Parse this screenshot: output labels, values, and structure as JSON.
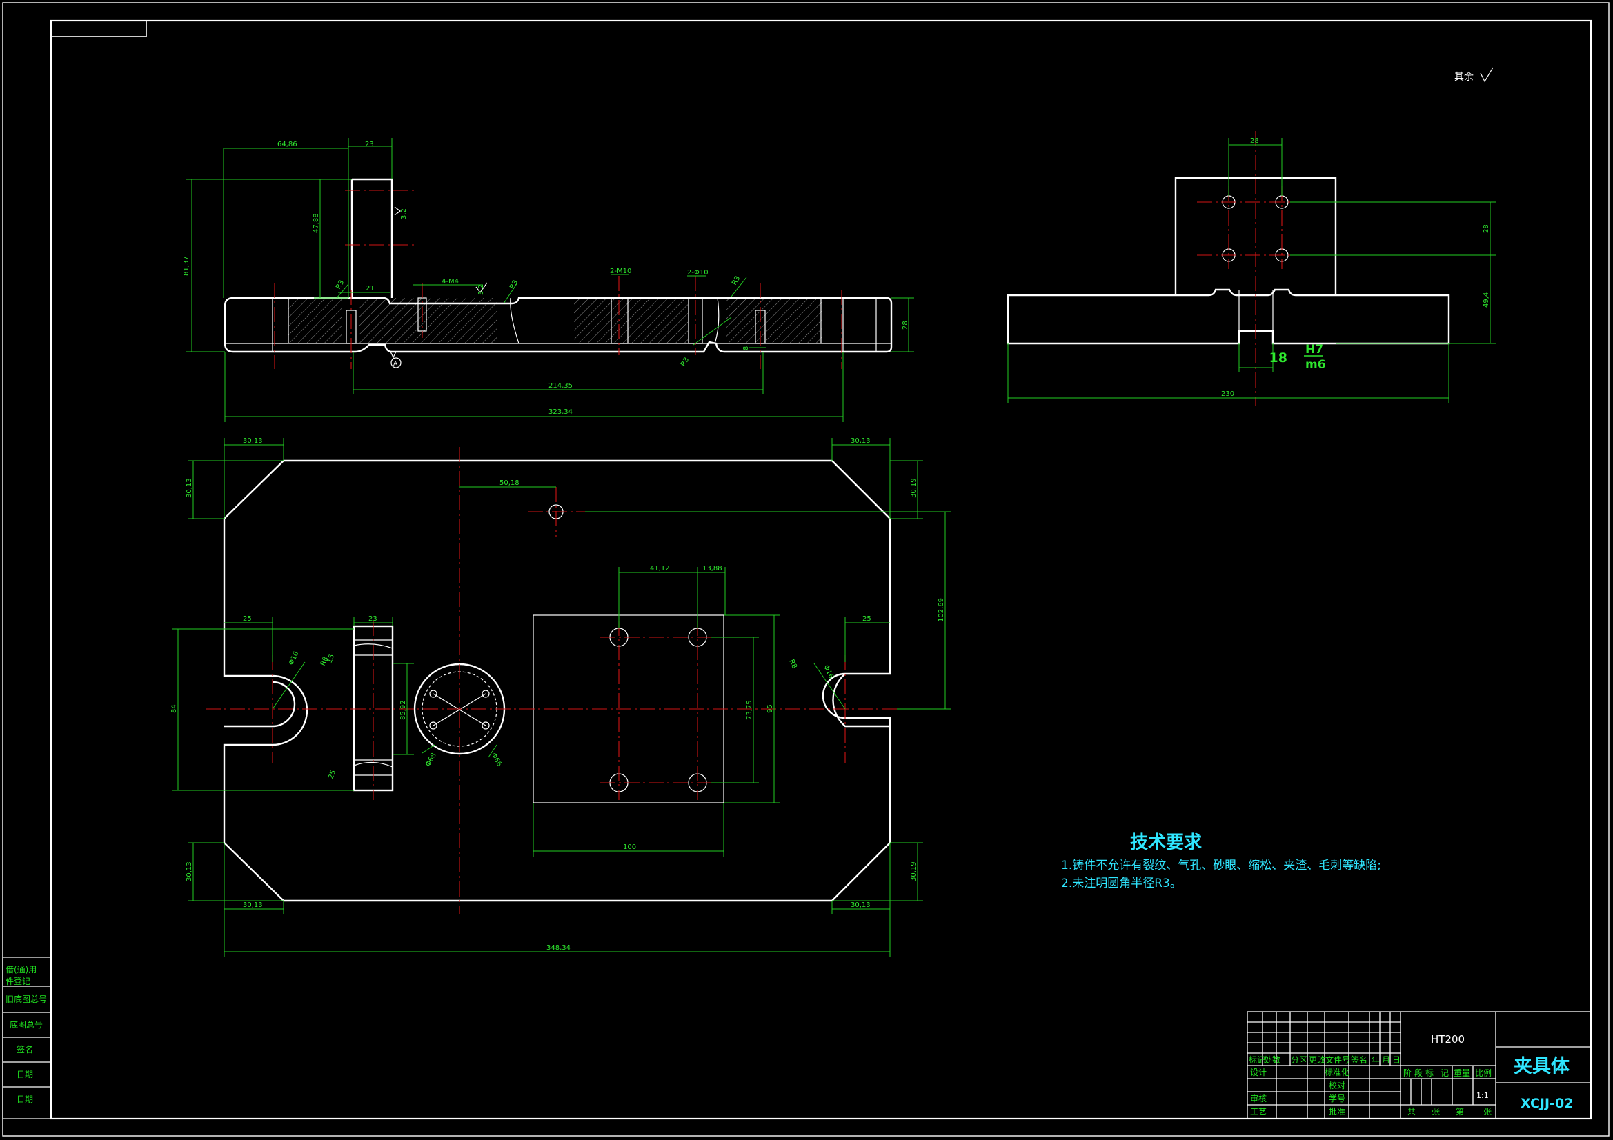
{
  "colors": {
    "background": "#000000",
    "part": "#ffffff",
    "dimension": "#22cc22",
    "centerline": "#d01414",
    "notes": "#2fe6ff"
  },
  "roughness_note": "其余",
  "front_view": {
    "dims": {
      "w64": "64,86",
      "w23": "23",
      "h47": "47,88",
      "h81": "81,37",
      "w21": "21",
      "m4": "4-M4",
      "m10": "2-M10",
      "d10": "2-Φ10",
      "h28": "28",
      "w214": "214,35",
      "w323": "323,34",
      "r3a": "R3",
      "r3b": "R3",
      "r3c": "R3",
      "r3d": "R3",
      "r8": "8",
      "rough1": "3.2",
      "rough2": "3.2"
    },
    "datum": "A"
  },
  "side_view": {
    "dims": {
      "w28": "28",
      "h28": "28",
      "h49": "49,4",
      "w230": "230"
    },
    "fit": {
      "size": "18",
      "hole": "H7",
      "shaft": "m6"
    }
  },
  "top_view": {
    "dims": {
      "c30_tl_w": "30,13",
      "c30_tl_h": "30,13",
      "c30_tr_w": "30,13",
      "c30_tr_h": "30,19",
      "c30_bl_w": "30,13",
      "c30_bl_h": "30,13",
      "c30_br_w": "30,13",
      "c30_br_h": "30,19",
      "w348": "348,34",
      "w50": "50,18",
      "h102": "102,69",
      "w41": "41,12",
      "w13": "13,88",
      "h73": "73,75",
      "h95": "95",
      "w100": "100",
      "w25l": "25",
      "w25r": "25",
      "h84": "84",
      "w23": "23",
      "h85": "85,92",
      "d16l": "Φ16",
      "r8l": "R8",
      "d16r": "Φ16",
      "r8r": "R8",
      "d68": "Φ68",
      "d66": "Φ66",
      "h15": "15",
      "h25": "25"
    }
  },
  "tech_requirements": {
    "title": "技术要求",
    "items": [
      "1.铸件不允许有裂纹、气孔、砂眼、缩松、夹渣、毛刺等缺陷;",
      "2.未注明圆角半径R3。"
    ]
  },
  "left_stamps": [
    "借(通)用",
    "件登记",
    "旧底图总号",
    "底图总号",
    "签名",
    "日期",
    "日期"
  ],
  "title_block": {
    "material": "HT200",
    "part_name": "夹具体",
    "drawing_no": "XCJJ-02",
    "scale": "1:1",
    "header_cells": [
      "标记",
      "处数",
      "分区",
      "更改文件号",
      "签名",
      "年",
      "月",
      "日"
    ],
    "row_labels": [
      "设计",
      "审核",
      "工艺"
    ],
    "mid_labels": [
      "标准化",
      "批准",
      "校对",
      "学号"
    ],
    "stage_labels": [
      "阶",
      "段",
      "标",
      "记",
      "重量",
      "比例"
    ],
    "sheet_labels": [
      "共",
      "张",
      "第",
      "张"
    ]
  }
}
